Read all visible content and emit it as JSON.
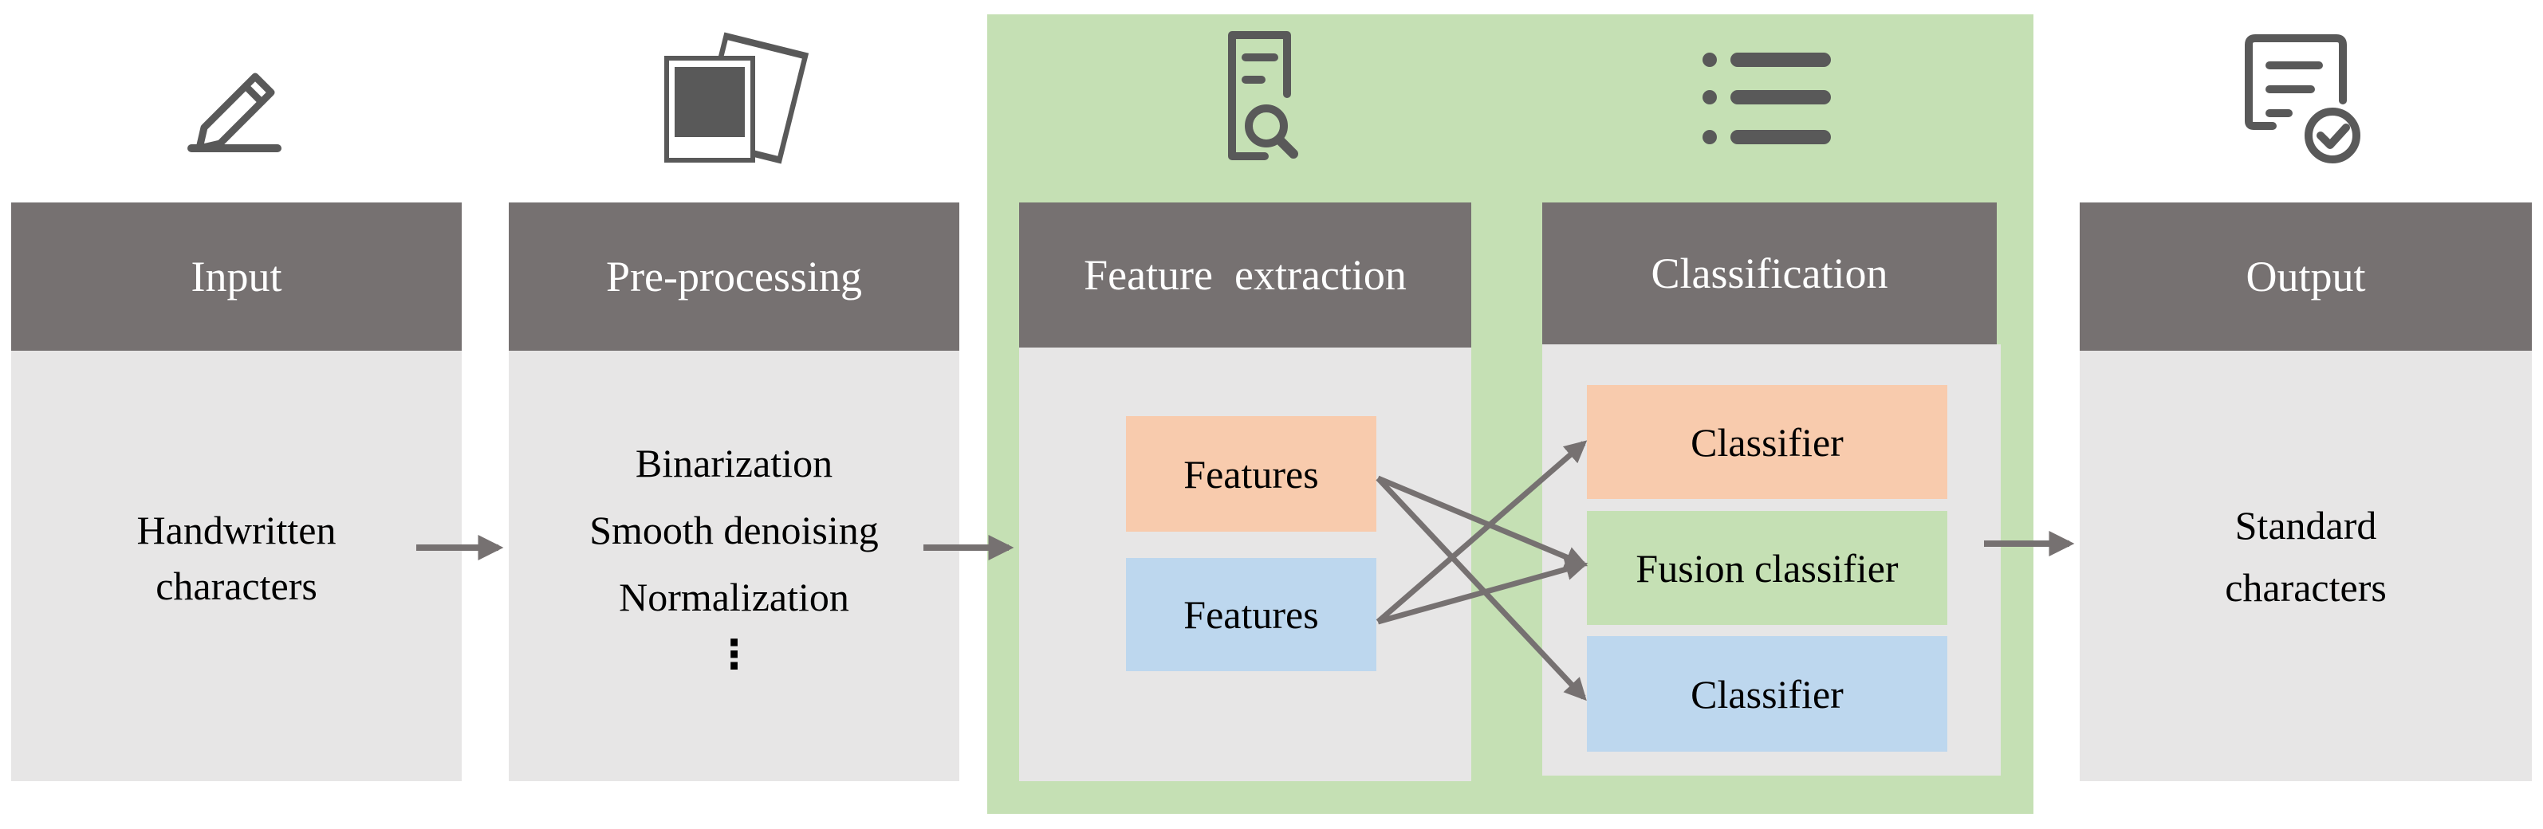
{
  "colors": {
    "header_bg": "#767171",
    "panel_bg": "#e7e6e6",
    "highlight_bg": "#c5e0b4",
    "orange": "#f8cbad",
    "blue": "#bdd7ee",
    "icon": "#595959",
    "arrow": "#767171"
  },
  "stages": {
    "input": {
      "header": "Input",
      "icon": "pencil-icon",
      "lines": [
        "Handwritten",
        "characters"
      ]
    },
    "preprocessing": {
      "header": "Pre-processing",
      "icon": "photos-icon",
      "lines": [
        "Binarization",
        "Smooth denoising",
        "Normalization"
      ],
      "ellipsis": "⋮"
    },
    "feature_extraction": {
      "header": "Feature  extraction",
      "icon": "document-search-icon",
      "features": [
        "Features",
        "Features"
      ]
    },
    "classification": {
      "header": "Classification",
      "icon": "list-icon",
      "classifiers": [
        "Classifier",
        "Fusion classifier",
        "Classifier"
      ]
    },
    "output": {
      "header": "Output",
      "icon": "document-check-icon",
      "lines": [
        "Standard",
        "characters"
      ]
    }
  }
}
